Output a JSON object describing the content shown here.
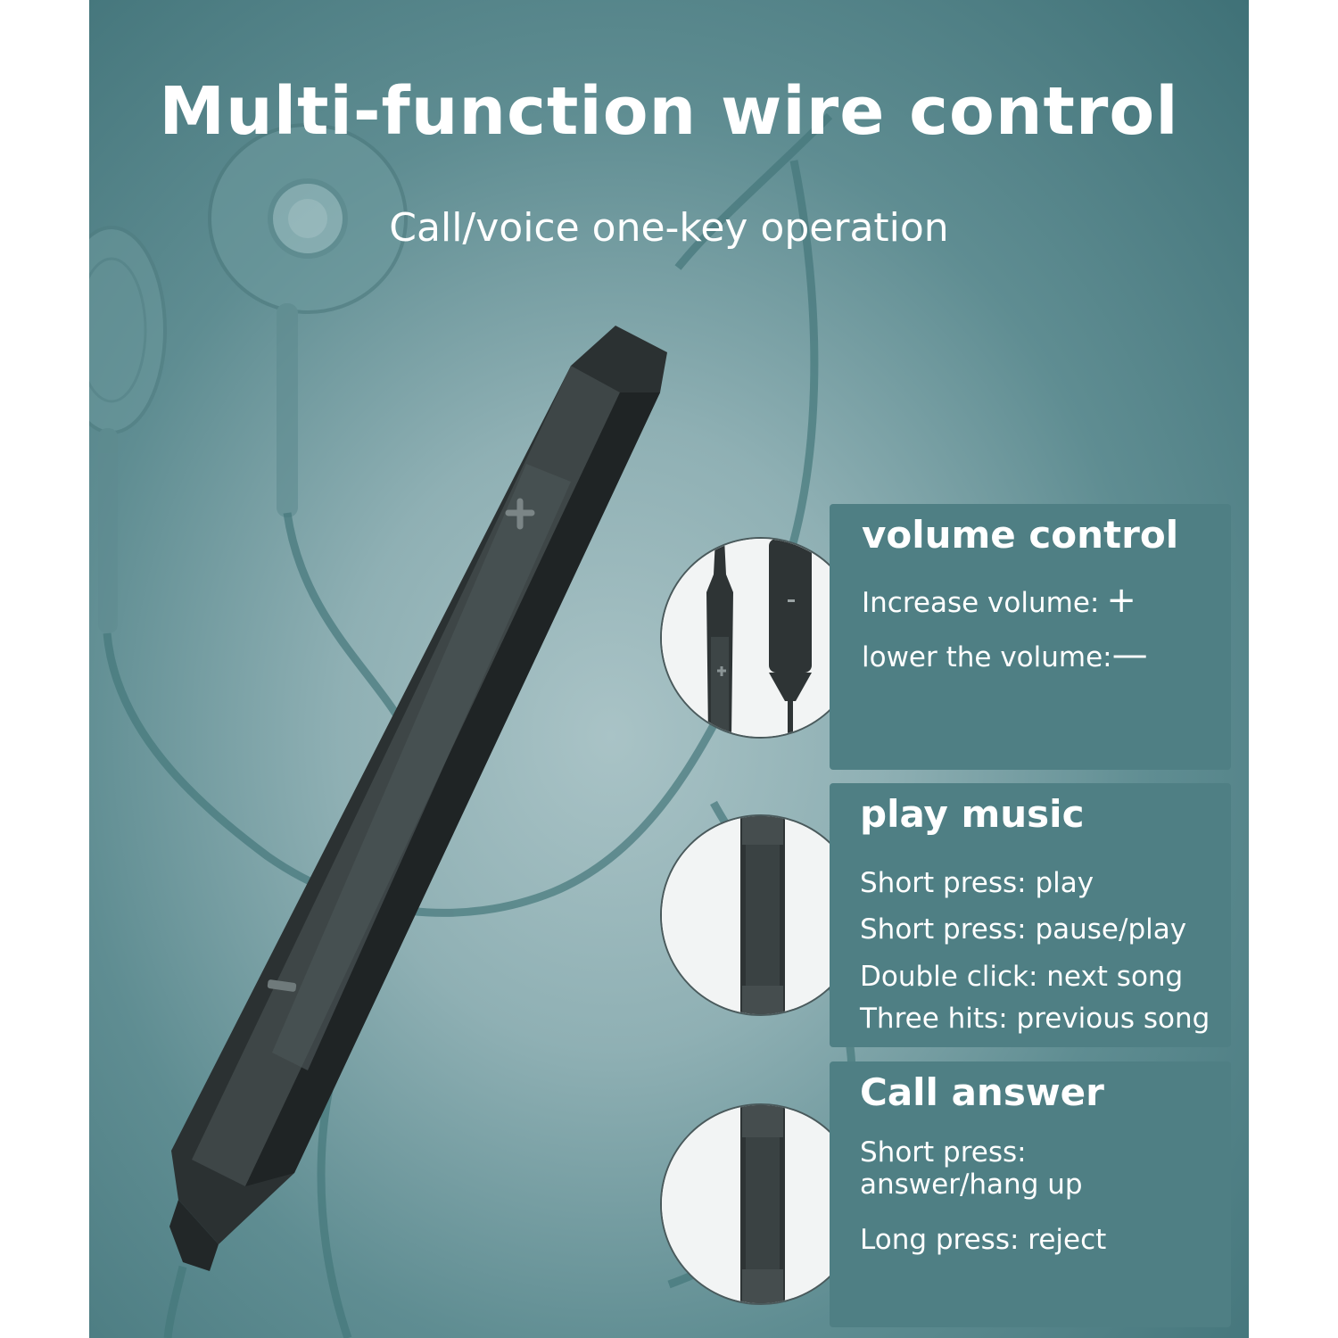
{
  "title": "Multi-function wire control",
  "subtitle": "Call/voice one-key operation",
  "colors": {
    "background": "#6f9a9e",
    "panel": "#4f7f84",
    "text": "#ffffff",
    "remote_body": "#2f3536"
  },
  "panels": [
    {
      "heading": "volume control",
      "lines": [
        "Increase volume:",
        "lower the volume:"
      ],
      "symbols": [
        "+",
        "—"
      ],
      "icon": "volume-remote-closeup-icon"
    },
    {
      "heading": "play music",
      "lines": [
        "Short press: play",
        "Short press: pause/play",
        "Double click: next song",
        "Three hits: previous song"
      ],
      "icon": "play-button-closeup-icon"
    },
    {
      "heading": "Call answer",
      "lines": [
        "Short press:",
        "answer/hang up",
        "Long press: reject"
      ],
      "icon": "call-button-closeup-icon"
    }
  ],
  "remote_icons": [
    "plus-icon",
    "minus-icon"
  ]
}
